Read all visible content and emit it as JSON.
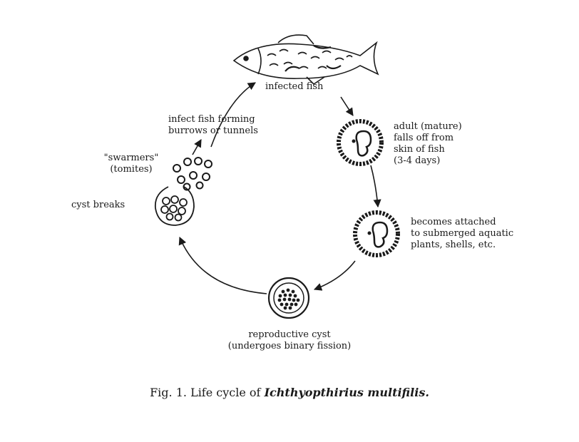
{
  "stages": {
    "infected_fish": "infected fish",
    "adult": "adult (mature)\nfalls off from\nskin of fish\n(3-4 days)",
    "attached": "becomes attached\nto submerged aquatic\nplants, shells, etc.",
    "reproductive_cyst": "reproductive cyst\n(undergoes binary fission)",
    "cyst_breaks": "cyst breaks",
    "swarmers": "\"swarmers\"\n(tomites)",
    "infect": "infect fish forming\nburrows or tunnels"
  },
  "caption": {
    "prefix": "Fig. 1. Life cycle of ",
    "species": "Ichthyopthirius multifilis."
  }
}
